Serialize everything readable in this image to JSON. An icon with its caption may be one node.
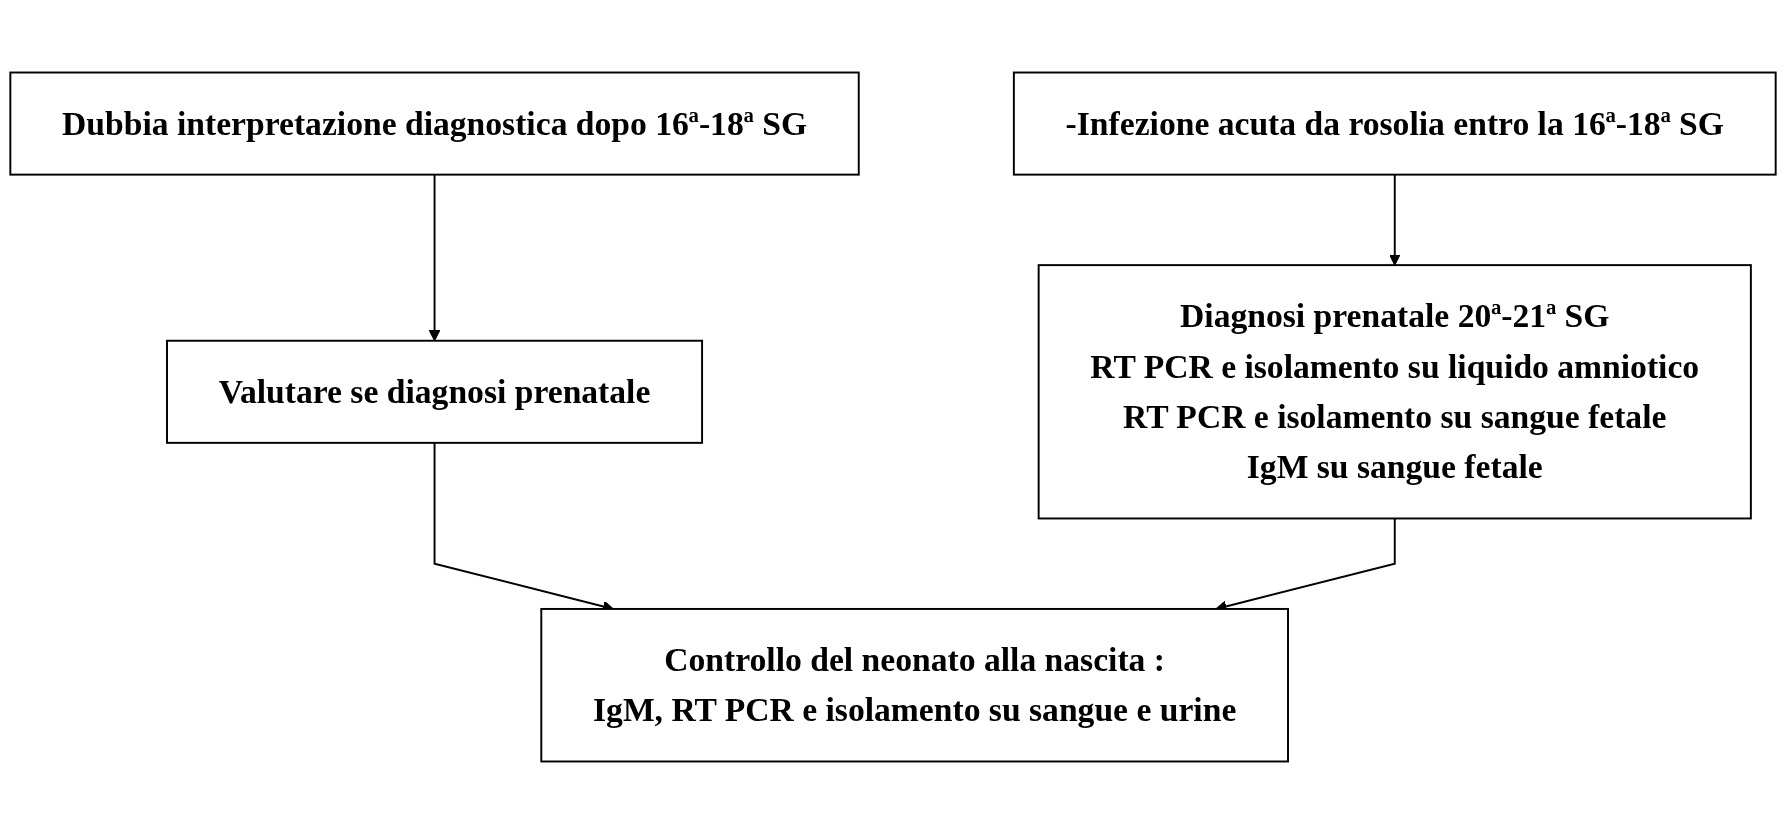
{
  "diagram": {
    "nodes": [
      {
        "text": [
          "-Infezione acuta da rosolia entro la 16ª-18ª SG"
        ]
      },
      {
        "text": [
          "Diagnosi prenatale 20ª-21ª SG",
          "RT PCR e isolamento su liquido amniotico",
          "RT PCR e isolamento su sangue fetale",
          "IgM su sangue fetale"
        ]
      },
      {
        "text": [
          "Dubbia interpretazione diagnostica dopo 16ª-18ª SG"
        ]
      },
      {
        "text": [
          "Valutare se diagnosi prenatale"
        ]
      },
      {
        "text": [
          "Controllo del neonato alla nascita :",
          "IgM, RT PCR e isolamento su sangue e urine"
        ]
      }
    ],
    "edges": [
      {
        "from": 0,
        "to": 1,
        "arrow": "to"
      },
      {
        "from": 2,
        "to": 3,
        "arrow": "to"
      },
      {
        "from": 3,
        "to": 4,
        "arrow": "to"
      },
      {
        "from": 1,
        "to": 4,
        "arrow": "to"
      }
    ]
  }
}
